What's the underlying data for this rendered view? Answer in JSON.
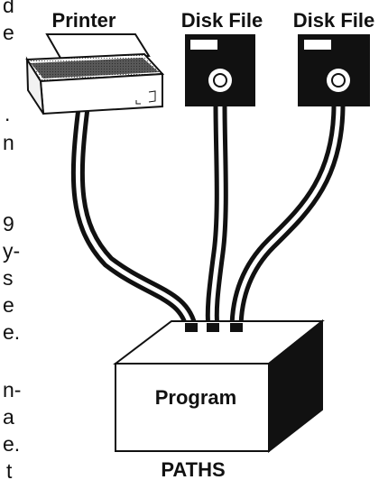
{
  "labels": {
    "printer": "Printer",
    "disk_left": "Disk File",
    "disk_right": "Disk File",
    "program": "Program",
    "caption": "PATHS"
  },
  "edge_text": [
    "d",
    "e",
    ".",
    "n",
    "9",
    "y-",
    "s",
    "e",
    "e.",
    "n-",
    "a",
    "e.",
    "t"
  ],
  "colors": {
    "ink": "#111111",
    "paper": "#ffffff"
  }
}
